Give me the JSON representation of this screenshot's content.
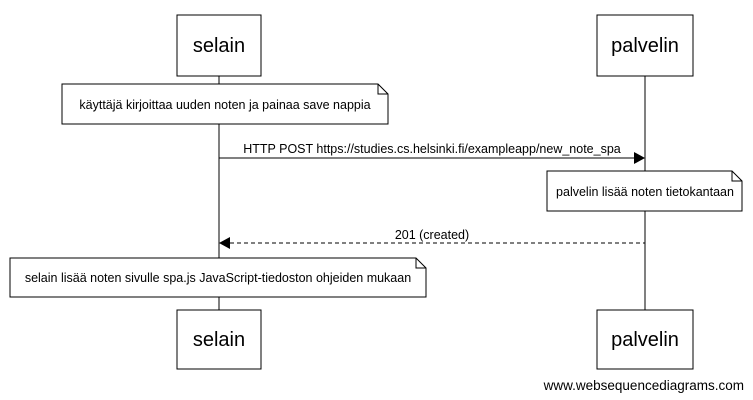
{
  "participants": {
    "browser": "selain",
    "server": "palvelin"
  },
  "notes": {
    "user_action": "käyttäjä kirjoittaa uuden noten ja painaa save nappia",
    "server_saves": "palvelin lisää noten tietokantaan",
    "browser_renders": "selain lisää noten sivulle spa.js JavaScript-tiedoston ohjeiden mukaan"
  },
  "messages": {
    "post_request": "HTTP POST https://studies.cs.helsinki.fi/exampleapp/new_note_spa",
    "response": "201 (created)"
  },
  "watermark": "www.websequencediagrams.com",
  "colors": {
    "stroke": "#000000",
    "fill": "#ffffff"
  }
}
